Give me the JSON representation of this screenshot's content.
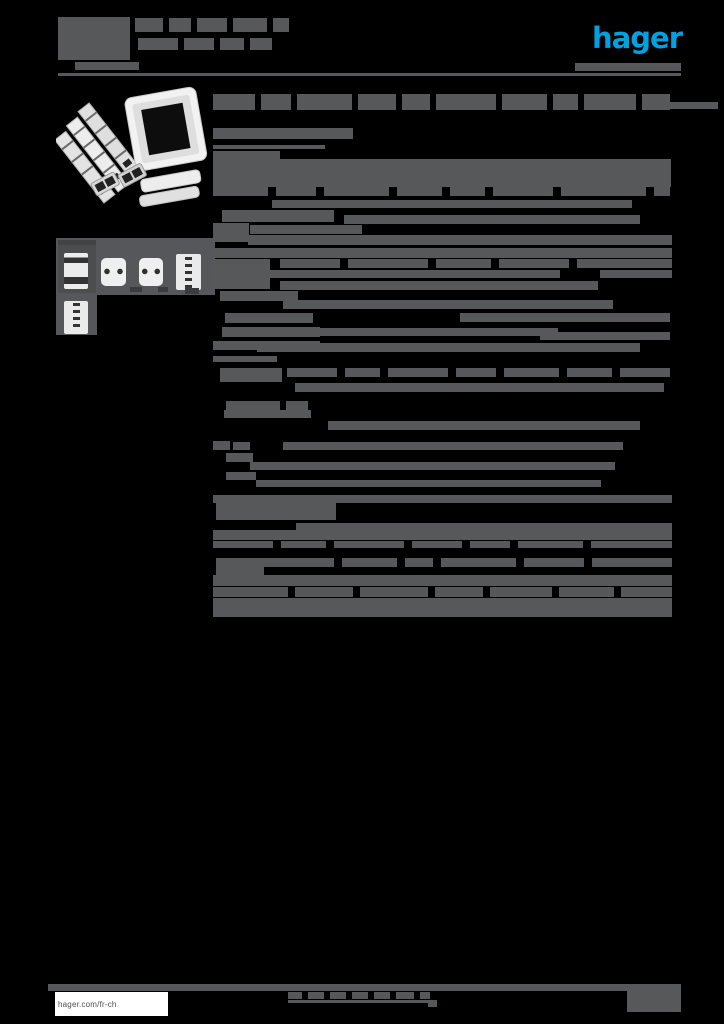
{
  "document": {
    "type": "product-datasheet",
    "brand_logo_text": "hager",
    "footer_url": "hager.com/fr-ch"
  },
  "colors": {
    "page_bg": "#000000",
    "bar_color": "#57585A",
    "panel_color": "#56575A",
    "panel_selected": "#4C4D4F",
    "mark_color": "#3A3B3D",
    "accent_blue": "#00A0E1",
    "footer_box_bg": "#FFFFFF",
    "footer_text_color": "#4F5052"
  },
  "gallery": {
    "thumbnail_count": 5
  },
  "redactions": {
    "text_bars": [
      [
        58,
        17,
        72,
        43
      ],
      [
        135,
        18,
        28,
        14
      ],
      [
        169,
        18,
        22,
        14
      ],
      [
        197,
        18,
        30,
        14
      ],
      [
        233,
        18,
        34,
        14
      ],
      [
        273,
        18,
        16,
        14
      ],
      [
        138,
        38,
        40,
        12
      ],
      [
        184,
        38,
        30,
        12
      ],
      [
        220,
        38,
        24,
        12
      ],
      [
        250,
        38,
        22,
        12
      ],
      [
        75,
        62,
        64,
        8
      ],
      [
        575,
        63,
        106,
        8
      ],
      [
        213,
        94,
        42,
        16
      ],
      [
        261,
        94,
        30,
        16
      ],
      [
        297,
        94,
        55,
        16
      ],
      [
        358,
        94,
        38,
        16
      ],
      [
        402,
        94,
        28,
        16
      ],
      [
        436,
        94,
        60,
        16
      ],
      [
        502,
        94,
        45,
        16
      ],
      [
        553,
        94,
        25,
        16
      ],
      [
        584,
        94,
        52,
        16
      ],
      [
        642,
        94,
        28,
        16
      ],
      [
        670,
        102,
        48,
        7
      ],
      [
        213,
        128,
        140,
        11
      ],
      [
        213,
        145,
        112,
        4
      ],
      [
        213,
        151,
        67,
        8
      ],
      [
        213,
        159,
        458,
        28
      ],
      [
        213,
        187,
        55,
        9
      ],
      [
        276,
        187,
        40,
        9
      ],
      [
        324,
        187,
        65,
        9
      ],
      [
        397,
        187,
        45,
        9
      ],
      [
        450,
        187,
        35,
        9
      ],
      [
        493,
        187,
        60,
        9
      ],
      [
        561,
        187,
        85,
        9
      ],
      [
        654,
        187,
        16,
        9
      ],
      [
        272,
        200,
        360,
        8
      ],
      [
        222,
        210,
        112,
        12
      ],
      [
        344,
        215,
        296,
        9
      ],
      [
        213,
        223,
        36,
        19
      ],
      [
        250,
        225,
        112,
        9
      ],
      [
        248,
        235,
        424,
        10
      ],
      [
        213,
        248,
        459,
        10
      ],
      [
        213,
        259,
        57,
        30
      ],
      [
        280,
        259,
        60,
        9
      ],
      [
        348,
        259,
        80,
        9
      ],
      [
        436,
        259,
        55,
        9
      ],
      [
        499,
        259,
        70,
        9
      ],
      [
        577,
        259,
        95,
        9
      ],
      [
        240,
        270,
        320,
        8
      ],
      [
        600,
        270,
        72,
        8
      ],
      [
        280,
        281,
        318,
        9
      ],
      [
        220,
        291,
        78,
        10
      ],
      [
        283,
        300,
        330,
        9
      ],
      [
        225,
        313,
        88,
        10
      ],
      [
        460,
        313,
        210,
        9
      ],
      [
        222,
        327,
        98,
        10
      ],
      [
        320,
        328,
        238,
        8
      ],
      [
        213,
        341,
        107,
        9
      ],
      [
        540,
        332,
        130,
        8
      ],
      [
        257,
        343,
        383,
        9
      ],
      [
        213,
        356,
        64,
        6
      ],
      [
        220,
        368,
        62,
        14
      ],
      [
        287,
        368,
        50,
        9
      ],
      [
        345,
        368,
        35,
        9
      ],
      [
        388,
        368,
        60,
        9
      ],
      [
        456,
        368,
        40,
        9
      ],
      [
        504,
        368,
        55,
        9
      ],
      [
        567,
        368,
        45,
        9
      ],
      [
        620,
        368,
        50,
        9
      ],
      [
        295,
        383,
        369,
        9
      ],
      [
        226,
        401,
        54,
        9
      ],
      [
        286,
        401,
        22,
        10
      ],
      [
        224,
        410,
        87,
        8
      ],
      [
        328,
        421,
        312,
        9
      ],
      [
        213,
        441,
        17,
        9
      ],
      [
        233,
        442,
        17,
        8
      ],
      [
        283,
        442,
        340,
        8
      ],
      [
        226,
        453,
        27,
        9
      ],
      [
        250,
        462,
        365,
        8
      ],
      [
        226,
        472,
        30,
        8
      ],
      [
        256,
        480,
        345,
        7
      ],
      [
        213,
        495,
        459,
        8
      ],
      [
        216,
        503,
        120,
        17
      ],
      [
        296,
        523,
        376,
        7
      ],
      [
        213,
        530,
        459,
        10
      ],
      [
        213,
        541,
        60,
        7
      ],
      [
        281,
        541,
        45,
        7
      ],
      [
        334,
        541,
        70,
        7
      ],
      [
        412,
        541,
        50,
        7
      ],
      [
        470,
        541,
        40,
        7
      ],
      [
        518,
        541,
        65,
        7
      ],
      [
        591,
        541,
        81,
        7
      ],
      [
        216,
        558,
        48,
        17
      ],
      [
        264,
        558,
        70,
        9
      ],
      [
        342,
        558,
        55,
        9
      ],
      [
        405,
        558,
        28,
        9
      ],
      [
        441,
        558,
        75,
        9
      ],
      [
        524,
        558,
        60,
        9
      ],
      [
        592,
        558,
        80,
        9
      ],
      [
        213,
        575,
        459,
        11
      ],
      [
        213,
        587,
        75,
        10
      ],
      [
        295,
        587,
        58,
        10
      ],
      [
        360,
        587,
        68,
        10
      ],
      [
        435,
        587,
        48,
        10
      ],
      [
        490,
        587,
        62,
        10
      ],
      [
        559,
        587,
        55,
        10
      ],
      [
        621,
        587,
        51,
        10
      ],
      [
        213,
        598,
        459,
        19
      ],
      [
        288,
        992,
        14,
        7
      ],
      [
        308,
        992,
        16,
        7
      ],
      [
        330,
        992,
        16,
        7
      ],
      [
        352,
        992,
        16,
        7
      ],
      [
        374,
        992,
        16,
        7
      ],
      [
        396,
        992,
        18,
        7
      ],
      [
        420,
        992,
        10,
        7
      ],
      [
        288,
        1000,
        142,
        3
      ],
      [
        428,
        1000,
        9,
        7
      ]
    ],
    "panel_marks": [
      [
        130,
        287,
        12,
        5
      ],
      [
        158,
        287,
        10,
        5
      ],
      [
        185,
        288,
        14,
        6
      ]
    ]
  }
}
